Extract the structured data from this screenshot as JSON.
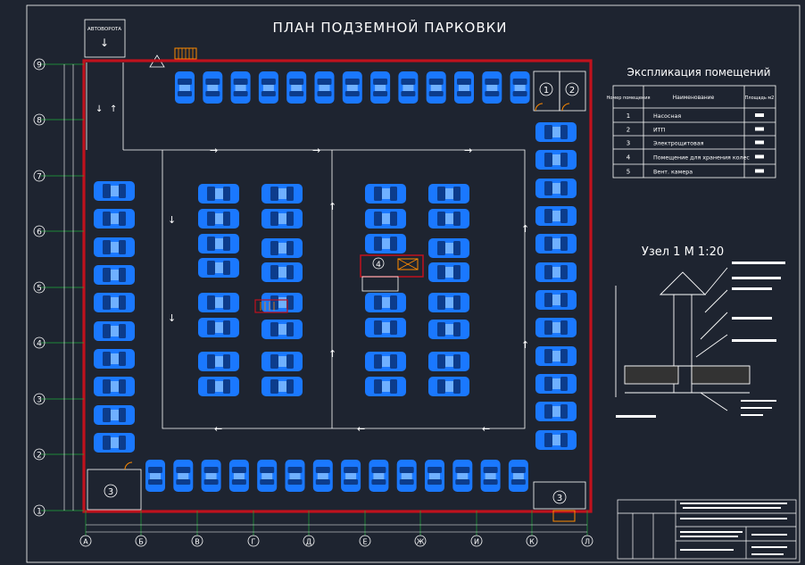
{
  "title": "ПЛАН ПОДЗЕМНОЙ ПАРКОВКИ",
  "gate_label": "АВТОВОРОТА",
  "explication": {
    "title": "Экспликация помещений",
    "headers": [
      "Номер помещения",
      "Наименование",
      "Площадь м2"
    ],
    "rows": [
      {
        "num": "1",
        "name": "Насосная"
      },
      {
        "num": "2",
        "name": "ИТП"
      },
      {
        "num": "3",
        "name": "Электрощитовая"
      },
      {
        "num": "4",
        "name": "Помещение для хранения колес"
      },
      {
        "num": "5",
        "name": "Вент. камера"
      }
    ]
  },
  "detail_title": "Узел 1 М 1:20",
  "room_markers": [
    "1",
    "2",
    "3",
    "3",
    "4"
  ],
  "row_axes": [
    "9",
    "8",
    "7",
    "6",
    "5",
    "4",
    "3",
    "2",
    "1"
  ],
  "col_axes": [
    "А",
    "Б",
    "В",
    "Г",
    "Д",
    "Е",
    "Ж",
    "И",
    "К",
    "Л"
  ],
  "colors": {
    "background": "#1e2430",
    "car": "#1a78ff",
    "wall": "#c0121d",
    "grid": "#1fa83a",
    "line": "#ffffff"
  }
}
